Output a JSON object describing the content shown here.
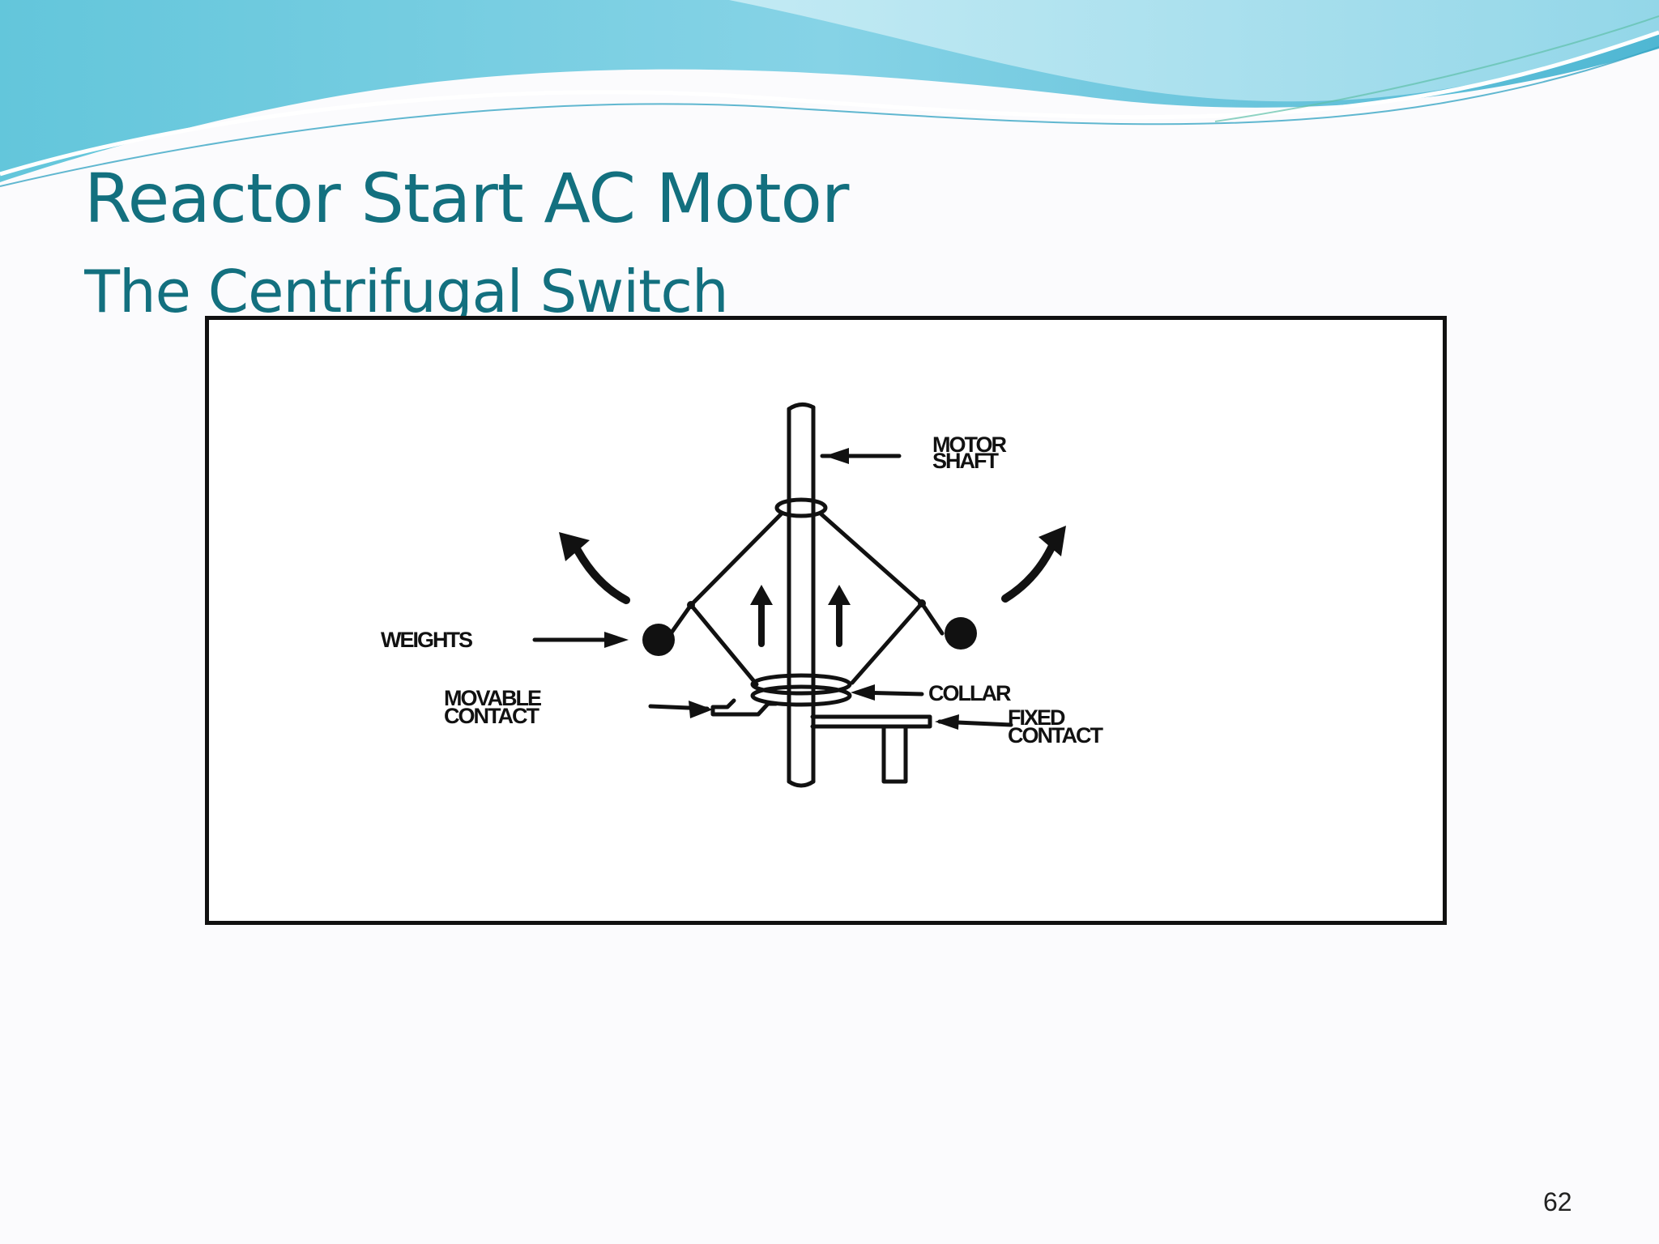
{
  "slide": {
    "title": "Reactor Start AC Motor",
    "subtitle": "The Centrifugal Switch",
    "page_number": "62"
  },
  "figure": {
    "labels": {
      "motor_shaft_line1": "MOTOR",
      "motor_shaft_line2": "SHAFT",
      "weights": "WEIGHTS",
      "collar": "COLLAR",
      "movable_contact_line1": "MOVABLE",
      "movable_contact_line2": "CONTACT",
      "fixed_contact_line1": "FIXED",
      "fixed_contact_line2": "CONTACT"
    }
  },
  "colors": {
    "title": "#13707f",
    "wave_dark": "#4fb7d3",
    "wave_light": "#bfe8f2"
  }
}
